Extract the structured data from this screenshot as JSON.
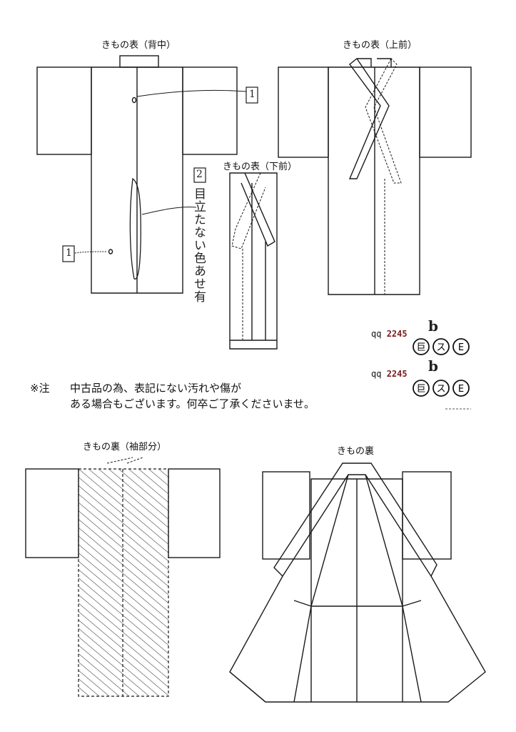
{
  "labels": {
    "back": "きもの表（背中）",
    "upper_front": "きもの表（上前）",
    "lower_front": "きもの表（下前）",
    "lining_sleeve": "きもの裏（袖部分）",
    "lining": "きもの裏"
  },
  "annotations": {
    "mark1_top": "1",
    "mark2": "2",
    "mark1_bottom": "1",
    "handwritten_note": "目立たない色あせ有"
  },
  "notice": {
    "prefix": "※注",
    "line1": "中古品の為、表記にない汚れや傷が",
    "line2": "ある場合もございます。何卒ご了承くださいませ。"
  },
  "item_codes": [
    {
      "prefix": "qq",
      "number": "2245",
      "suffix": "b"
    },
    {
      "prefix": "qq",
      "number": "2245",
      "suffix": "b"
    }
  ],
  "stamp_marks": [
    "巨",
    "ス",
    "E"
  ],
  "colors": {
    "line": "#1a1a1a",
    "code_number": "#7a1f1f",
    "hatch": "#333333"
  }
}
